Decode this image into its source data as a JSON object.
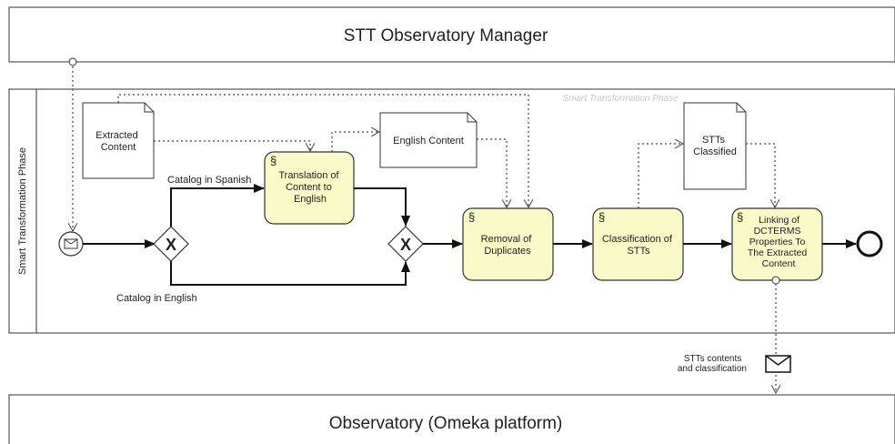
{
  "pools": {
    "top_title": "STT Observatory Manager",
    "bottom_title": "Observatory (Omeka platform)",
    "lane_label": "Smart Transformation Phase",
    "lane_watermark": "Smart Transformation Phase"
  },
  "data_objects": {
    "extracted": [
      "Extracted",
      "Content"
    ],
    "english": [
      "English Content"
    ],
    "classified": [
      "STTs",
      "Classified"
    ]
  },
  "tasks": {
    "translation": [
      "Translation of",
      "Content to",
      "English"
    ],
    "removal": [
      "Removal of",
      "Duplicates"
    ],
    "classification": [
      "Classification of",
      "STTs"
    ],
    "linking": [
      "Linking of",
      "DCTERMS",
      "Properties To",
      "The Extracted",
      "Content"
    ]
  },
  "flow_labels": {
    "spanish": "Catalog in Spanish",
    "english": "Catalog in English"
  },
  "message": {
    "label": [
      "STTs contents",
      "and classification"
    ]
  },
  "gateway_symbol": "X",
  "colors": {
    "task_fill": "#fafac8",
    "task_stroke": "#333333",
    "line": "#222222",
    "dotted": "#444444"
  }
}
